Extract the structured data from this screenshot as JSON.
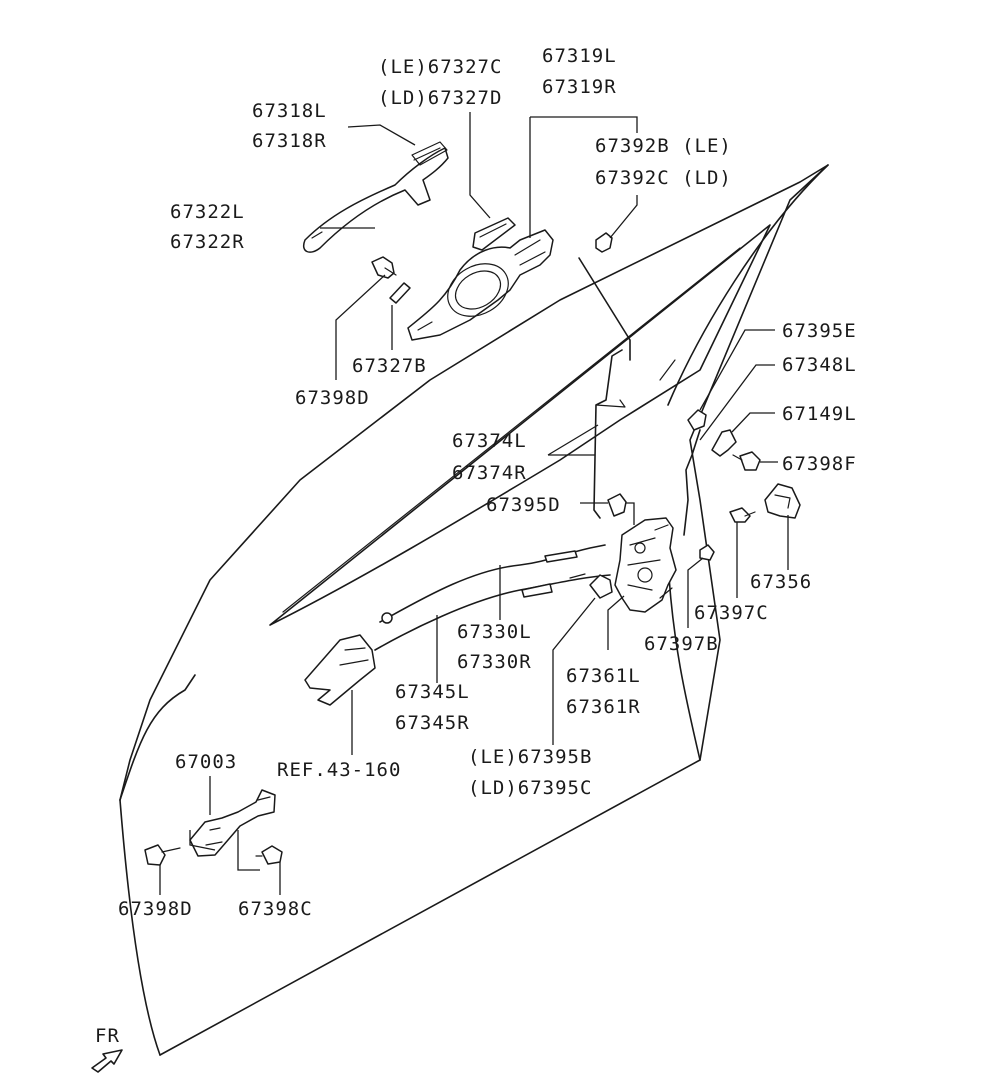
{
  "diagram": {
    "labels": {
      "l67318": [
        "67318L",
        "67318R"
      ],
      "l67327c": [
        "(LE)67327C",
        "(LD)67327D"
      ],
      "l67319": [
        "67319L",
        "67319R"
      ],
      "l67392": [
        "67392B (LE)",
        "67392C (LD)"
      ],
      "l67322": [
        "67322L",
        "67322R"
      ],
      "l67327b": "67327B",
      "l67398d_top": "67398D",
      "l67395e": "67395E",
      "l67348l": "67348L",
      "l67149l": "67149L",
      "l67398f": "67398F",
      "l67374": [
        "67374L",
        "67374R"
      ],
      "l67395d": "67395D",
      "l67356": "67356",
      "l67397c": "67397C",
      "l67397b": "67397B",
      "l67330": [
        "67330L",
        "67330R"
      ],
      "l67361": [
        "67361L",
        "67361R"
      ],
      "l67345": [
        "67345L",
        "67345R"
      ],
      "l67395b": [
        "(LE)67395B",
        "(LD)67395C"
      ],
      "lref": "REF.43-160",
      "l67003": "67003",
      "l67398d_bot": "67398D",
      "l67398c": "67398C",
      "fr": "FR"
    }
  }
}
